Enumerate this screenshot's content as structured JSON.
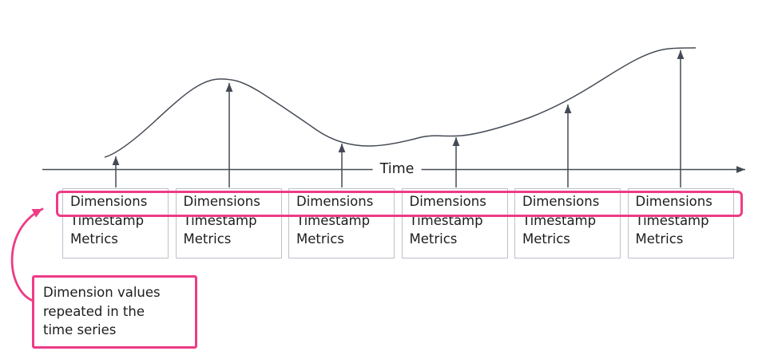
{
  "colors": {
    "pink": "#ED3C87",
    "ink": "#444A55",
    "box-border": "#BDC1CA",
    "text": "#1D1D1F"
  },
  "axis": {
    "label": "Time"
  },
  "records": [
    {
      "fields": [
        "Dimensions",
        "Timestamp",
        "Metrics"
      ]
    },
    {
      "fields": [
        "Dimensions",
        "Timestamp",
        "Metrics"
      ]
    },
    {
      "fields": [
        "Dimensions",
        "Timestamp",
        "Metrics"
      ]
    },
    {
      "fields": [
        "Dimensions",
        "Timestamp",
        "Metrics"
      ]
    },
    {
      "fields": [
        "Dimensions",
        "Timestamp",
        "Metrics"
      ]
    },
    {
      "fields": [
        "Dimensions",
        "Timestamp",
        "Metrics"
      ]
    }
  ],
  "callout": {
    "text": "Dimension values\nrepeated in the\ntime series"
  }
}
